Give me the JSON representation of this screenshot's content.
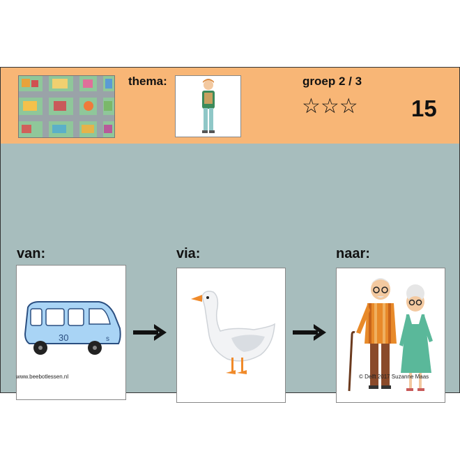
{
  "header": {
    "thema_label": "thema:",
    "groep": "groep 2 / 3",
    "stars": "☆☆☆",
    "number": "15"
  },
  "labels": {
    "van": "van:",
    "via": "via:",
    "naar": "naar:"
  },
  "bus_number": "30",
  "footer": {
    "website": "www.beebotlessen.nl",
    "copyright": "©  Delft 2017     Suzanne Maas"
  },
  "colors": {
    "header_bg": "#f8b676",
    "body_bg": "#a7bdbd",
    "bus": "#a9d4f5"
  }
}
